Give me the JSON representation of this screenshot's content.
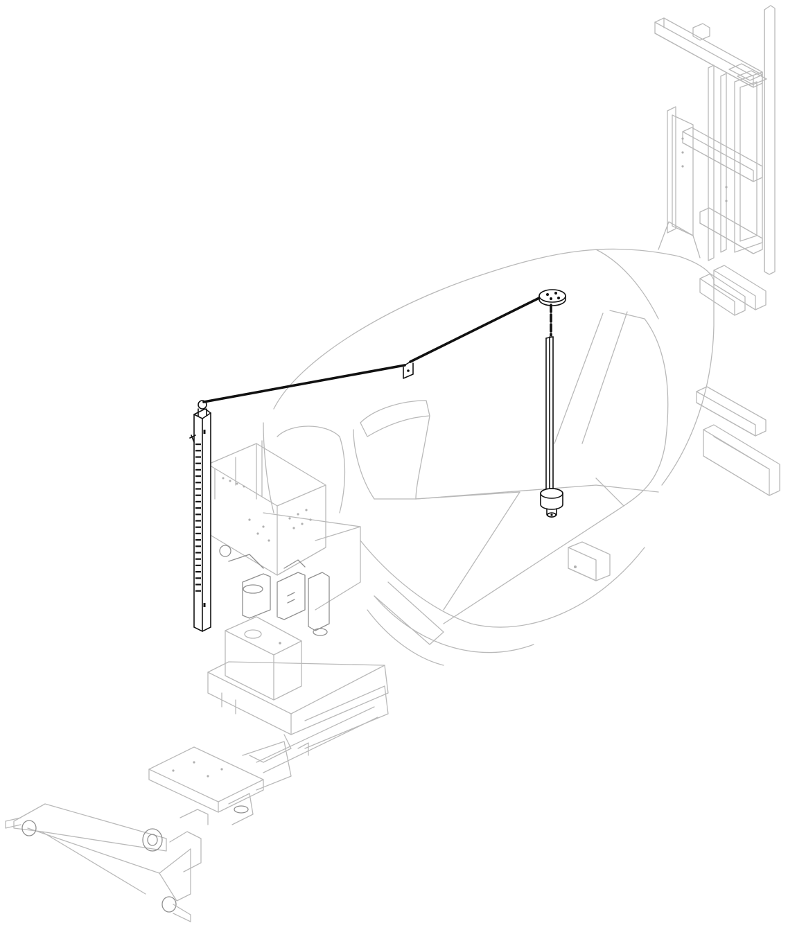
{
  "figure": {
    "kind": "isometric line drawing",
    "highlight_color": "#111111",
    "context_color": "#b9b9b9",
    "background": "#ffffff"
  },
  "icons": [
    "rear-frame-rack",
    "curved-body-shell",
    "electrical-cabinet",
    "pneumatic-valve-assembly",
    "reservoir-box",
    "slide-rail-base",
    "tow-hitch-a-frame",
    "vertical-strip-pole",
    "overhead-cable",
    "cable-clip-bracket",
    "top-mount-plate",
    "vertical-rod",
    "bottom-mount-plate"
  ]
}
